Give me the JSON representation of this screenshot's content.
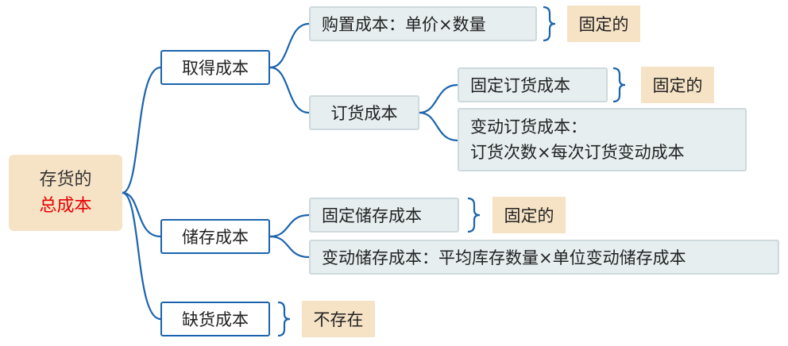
{
  "root": {
    "line1": "存货的",
    "line2": "总成本"
  },
  "branches": {
    "acquisition": {
      "label": "取得成本"
    },
    "holding": {
      "label": "储存成本"
    },
    "shortage": {
      "label": "缺货成本"
    }
  },
  "acquisition_children": {
    "purchase": {
      "label": "购置成本：单价×数量",
      "note": "固定的"
    },
    "ordering": {
      "label": "订货成本"
    }
  },
  "ordering_children": {
    "fixed": {
      "label": "固定订货成本",
      "note": "固定的"
    },
    "variable": {
      "line1": "变动订货成本：",
      "line2": "订货次数×每次订货变动成本"
    }
  },
  "holding_children": {
    "fixed": {
      "label": "固定储存成本",
      "note": "固定的"
    },
    "variable": {
      "label": "变动储存成本：平均库存数量×单位变动储存成本"
    }
  },
  "shortage_note": "不存在",
  "colors": {
    "connector": "#1b64ad",
    "bracket": "#1b64ad",
    "root_fill": "#f6e3c6",
    "note_fill": "#f6e3c6",
    "node_fill": "#e6eef0",
    "accent_text": "#e60000"
  }
}
